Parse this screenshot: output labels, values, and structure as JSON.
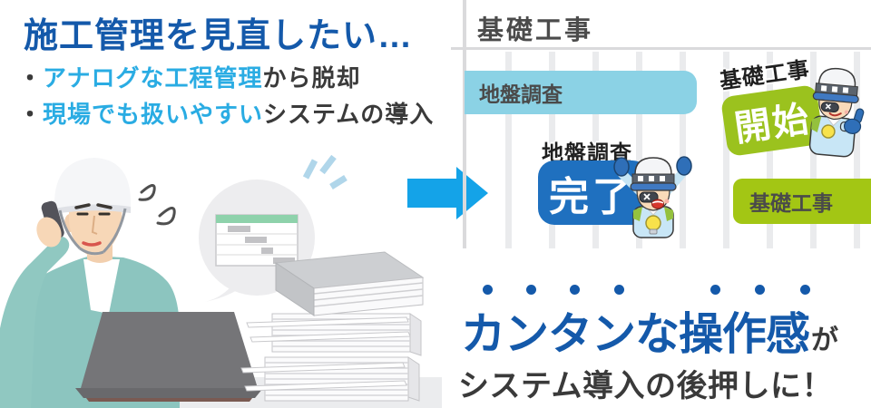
{
  "left_panel": {
    "title": "施工管理を見直したい…",
    "bullets": [
      {
        "marker": "・",
        "highlight": "アナログな工程管理",
        "rest": "から脱却"
      },
      {
        "marker": "・",
        "highlight": "現場でも扱いやすい",
        "rest": "システムの導入"
      }
    ]
  },
  "gantt": {
    "header": "基礎工事",
    "survey_bar": "地盤調査",
    "complete_caption": "地盤調査",
    "complete_stamp": "完了",
    "start_caption": "基礎工事",
    "start_stamp": "開始",
    "foundation_bar": "基礎工事"
  },
  "message": {
    "emphasis": "カンタンな操作感",
    "particle": "が",
    "line2": "システム導入の後押しに！"
  },
  "icons": [
    "arrow-right-icon",
    "speech-bubble",
    "mini-gantt-card",
    "sigh-squiggle-icon",
    "sparkle-icon",
    "worker-on-phone-illustration",
    "laptop",
    "document-stack",
    "cheering-worker-icon",
    "thumbsup-worker-icon"
  ],
  "colors": {
    "title_blue": "#1459aa",
    "highlight_blue": "#2aace3",
    "dark_text": "#3a3a3a",
    "arrow_blue": "#14a3e8",
    "survey_bar_fill": "#8bd2e5",
    "complete_badge_fill": "#1f70bf",
    "start_badge_fill": "#9bc21e",
    "foundation_bar_fill": "#a3c614",
    "grid_stripe": "#eaebed",
    "mini_chart_header_green": "#8ed2ab",
    "jacket_teal": "#8cc5bf"
  }
}
